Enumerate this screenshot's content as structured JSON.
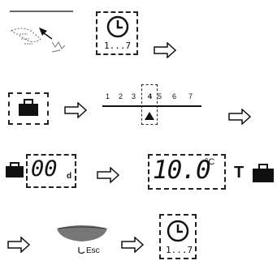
{
  "steps": {
    "clock_range_top": "1...7",
    "clock_range_bottom": "1...7",
    "day_scale": [
      "1",
      "2",
      "3",
      "4",
      "5",
      "6",
      "7"
    ],
    "days_display": "00",
    "days_unit": "d",
    "temp_display": "10.0",
    "temp_unit": "°C",
    "temp_mode_letter": "T",
    "esc_label": "Esc"
  }
}
